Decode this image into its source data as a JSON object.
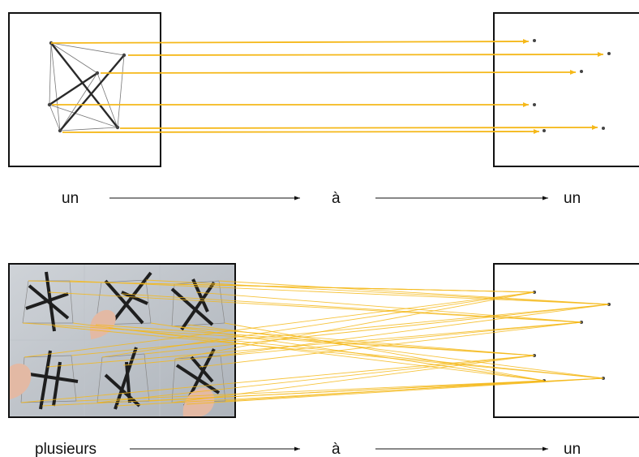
{
  "colors": {
    "arrow": "#F5B819",
    "frame": "#111111",
    "point": "#444444",
    "edge_thin": "#666666",
    "edge_thick": "#2a2a2a"
  },
  "top_row": {
    "labels": {
      "left": "un",
      "middle": "à",
      "right": "un"
    }
  },
  "bottom_row": {
    "labels": {
      "left": "plusieurs",
      "middle": "à",
      "right": "un"
    },
    "photo_grid": {
      "rows": 2,
      "cols": 3
    }
  }
}
